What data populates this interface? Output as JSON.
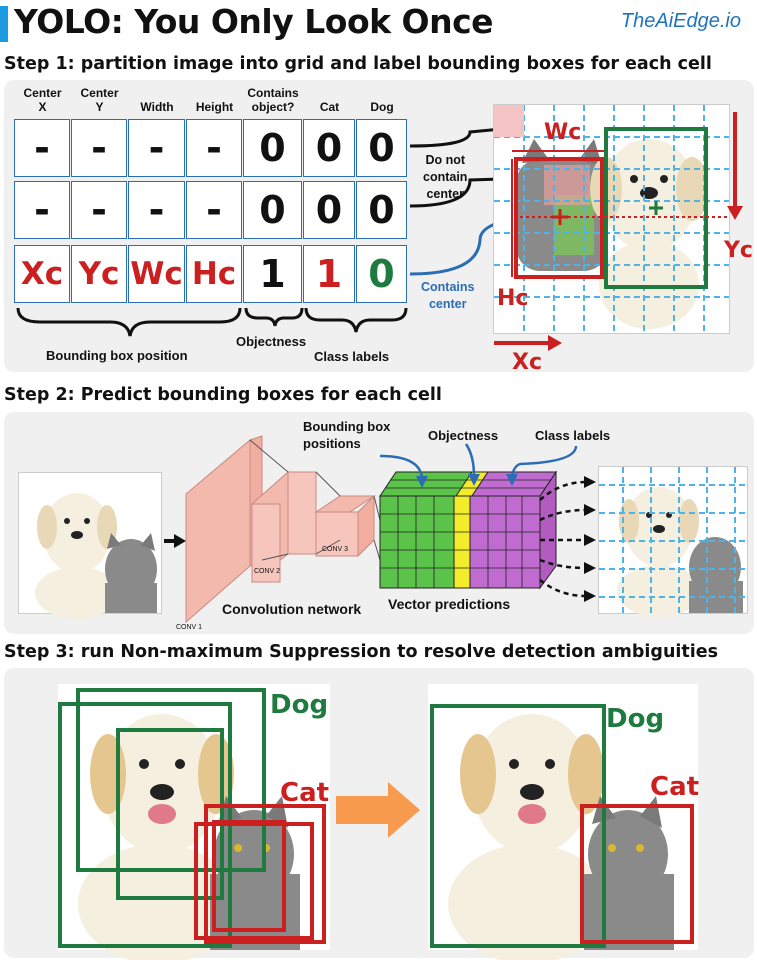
{
  "title": "YOLO: You Only Look Once",
  "brand": "TheAiEdge.io",
  "step1": {
    "heading": "Step 1: partition image into grid and label bounding boxes for each cell",
    "headers": [
      "Center\nX",
      "Center\nY",
      "Width",
      "Height",
      "Contains\nobject?",
      "Cat",
      "Dog"
    ],
    "rows": [
      [
        "-",
        "-",
        "-",
        "-",
        "0",
        "0",
        "0"
      ],
      [
        "-",
        "-",
        "-",
        "-",
        "0",
        "0",
        "0"
      ],
      [
        "Xc",
        "Yc",
        "Wc",
        "Hc",
        "1",
        "1",
        "0"
      ]
    ],
    "brace_labels": {
      "position": "Bounding box position",
      "objectness": "Objectness",
      "class": "Class labels"
    },
    "arrow_labels": {
      "no_center": "Do not\ncontain\ncenter",
      "center": "Contains\ncenter"
    },
    "axis_labels": {
      "wc": "Wc",
      "hc": "Hc",
      "xc": "Xc",
      "yc": "Yc"
    }
  },
  "step2": {
    "heading": "Step 2: Predict bounding boxes for each cell",
    "labels": {
      "bbox": "Bounding box\npositions",
      "objectness": "Objectness",
      "class": "Class labels",
      "conv1": "CONV 1",
      "conv2": "CONV 2",
      "conv3": "CONV 3",
      "network": "Convolution network",
      "vector": "Vector  predictions"
    }
  },
  "step3": {
    "heading": "Step 3: run Non-maximum Suppression to resolve detection ambiguities",
    "labels": {
      "dog": "Dog",
      "cat": "Cat",
      "dog2": "Dog",
      "cat2": "Cat"
    }
  },
  "colors": {
    "blue": "#2a6db5",
    "red": "#cc1f1f",
    "green": "#1e7a3e",
    "accent": "#1e9be0",
    "orange": "#f89b4f"
  }
}
